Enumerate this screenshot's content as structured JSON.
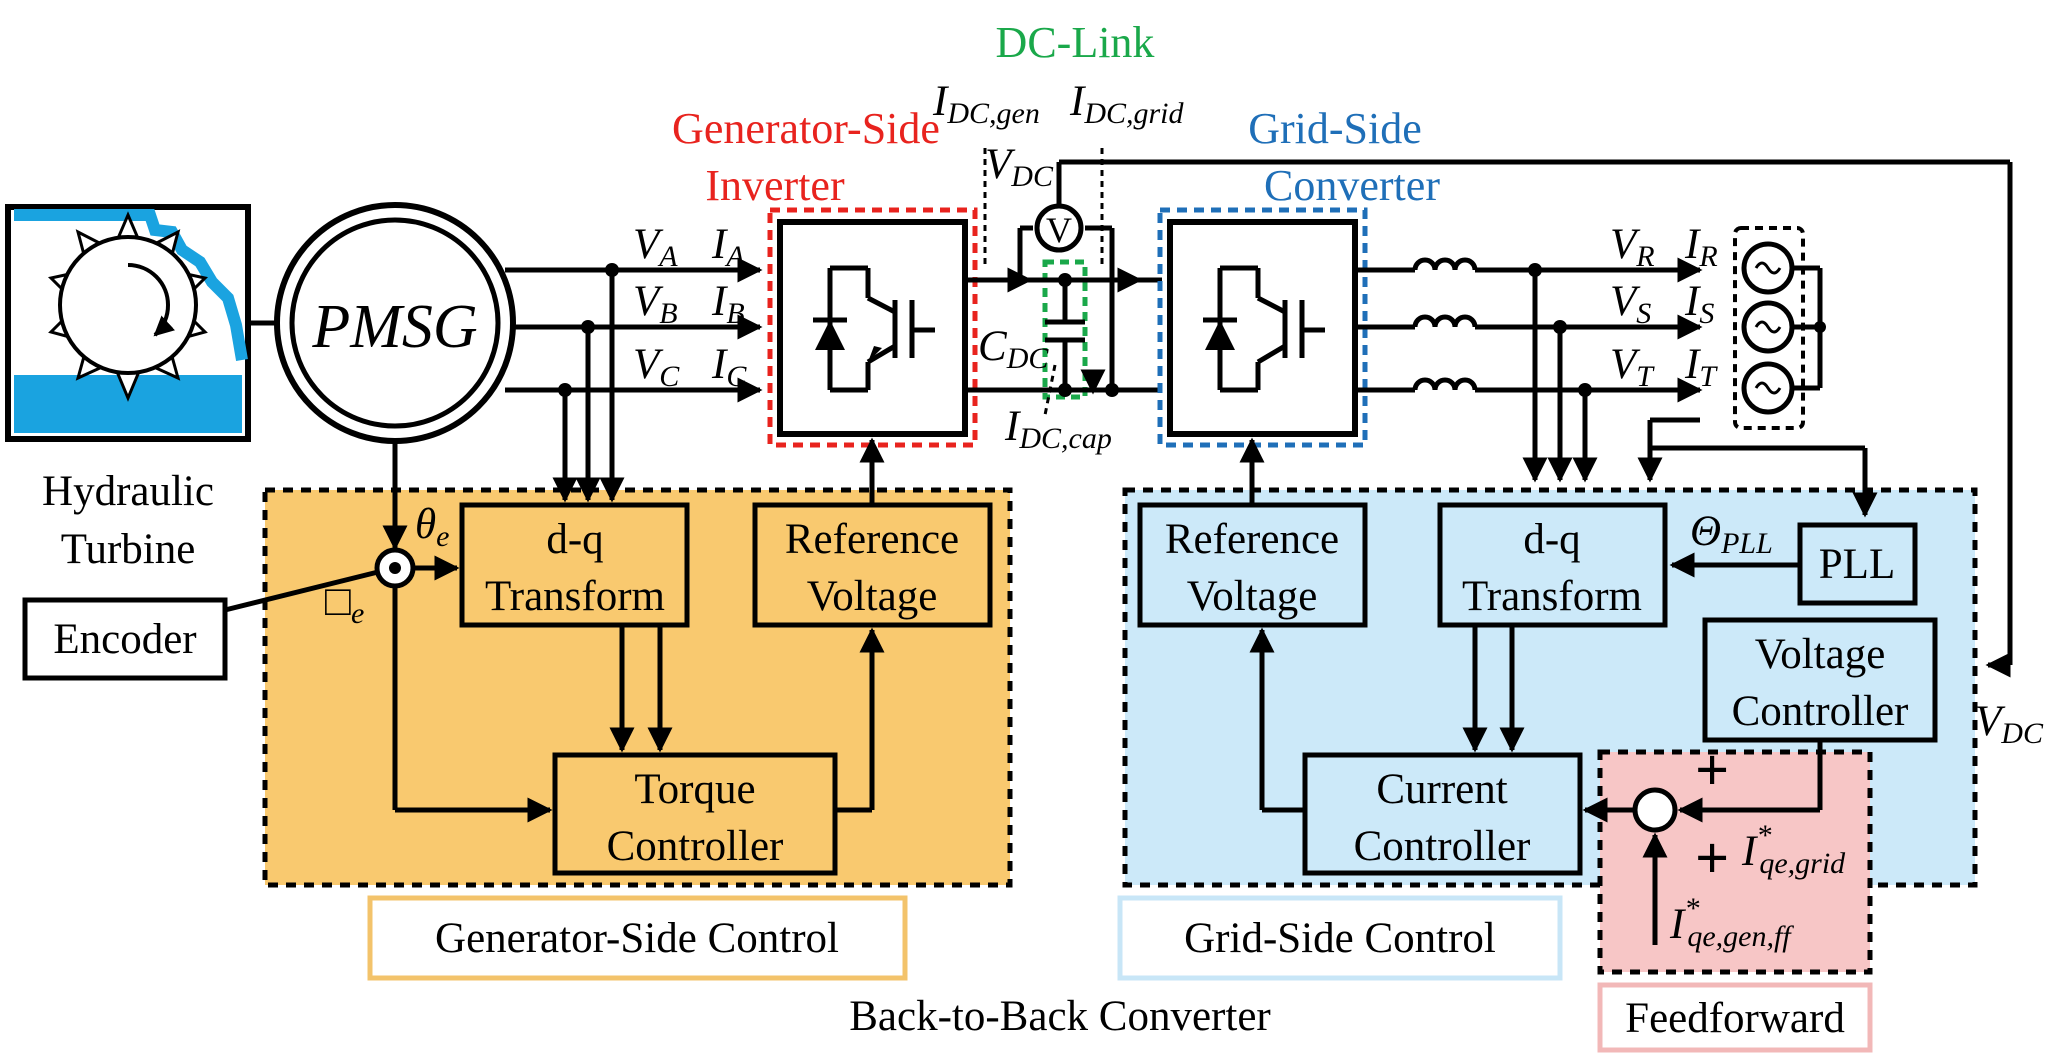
{
  "colors": {
    "gen_control_bg": "#f9c96f",
    "grid_control_bg": "#cce9f9",
    "feedforward_bg": "#f7c6c6",
    "dc_link": "#1aa84a",
    "gen_inverter": "#e8231e",
    "grid_converter": "#1f6fb8",
    "gen_label_box": "#f3c36b",
    "grid_label_box": "#c8e6f7",
    "ff_label_box": "#f2b8b8",
    "turbine_water": "#1aa3e0"
  },
  "titles": {
    "dc_link": "DC-Link",
    "gen_inverter_1": "Generator-Side",
    "gen_inverter_2": "Inverter",
    "grid_converter_1": "Grid-Side",
    "grid_converter_2": "Converter"
  },
  "machine": {
    "turbine_1": "Hydraulic",
    "turbine_2": "Turbine",
    "pmsg": "PMSG",
    "encoder": "Encoder"
  },
  "blocks": {
    "gen_dq_1": "d-q",
    "gen_dq_2": "Transform",
    "gen_ref_1": "Reference",
    "gen_ref_2": "Voltage",
    "torque_1": "Torque",
    "torque_2": "Controller",
    "grid_ref_1": "Reference",
    "grid_ref_2": "Voltage",
    "grid_dq_1": "d-q",
    "grid_dq_2": "Transform",
    "pll": "PLL",
    "vctrl_1": "Voltage",
    "vctrl_2": "Controller",
    "cctrl_1": "Current",
    "cctrl_2": "Controller"
  },
  "signals": {
    "theta": "θ",
    "theta_sub": "e",
    "omega_box": "□",
    "omega_sub": "e",
    "theta_pll": "Θ",
    "theta_pll_sub": "PLL",
    "VA": "V",
    "VA_sub": "A",
    "VB": "V",
    "VB_sub": "B",
    "VC": "V",
    "VC_sub": "C",
    "IA": "I",
    "IA_sub": "A",
    "IB": "I",
    "IB_sub": "B",
    "IC": "I",
    "IC_sub": "C",
    "VR": "V",
    "VR_sub": "R",
    "VS": "V",
    "VS_sub": "S",
    "VT": "V",
    "VT_sub": "T",
    "IR": "I",
    "IR_sub": "R",
    "IS": "I",
    "IS_sub": "S",
    "IT": "I",
    "IT_sub": "T",
    "idc_gen": "I",
    "idc_gen_sub": "DC,gen",
    "idc_grid": "I",
    "idc_grid_sub": "DC,grid",
    "vdc": "V",
    "vdc_sub": "DC",
    "cdc": "C",
    "cdc_sub": "DC",
    "idc_cap": "I",
    "idc_cap_sub": "DC,cap",
    "vdc_right": "V",
    "vdc_right_sub": "DC",
    "voltmeter": "V",
    "iqe_grid": "I",
    "iqe_grid_sup": "*",
    "iqe_grid_sub": "qe,grid",
    "iqe_ff": "I",
    "iqe_ff_sup": "*",
    "iqe_ff_sub": "qe,gen,ff",
    "plus_1": "+",
    "plus_2": "+"
  },
  "region_labels": {
    "gen_control": "Generator-Side Control",
    "grid_control": "Grid-Side Control",
    "b2b": "Back-to-Back Converter",
    "feedforward": "Feedforward"
  }
}
